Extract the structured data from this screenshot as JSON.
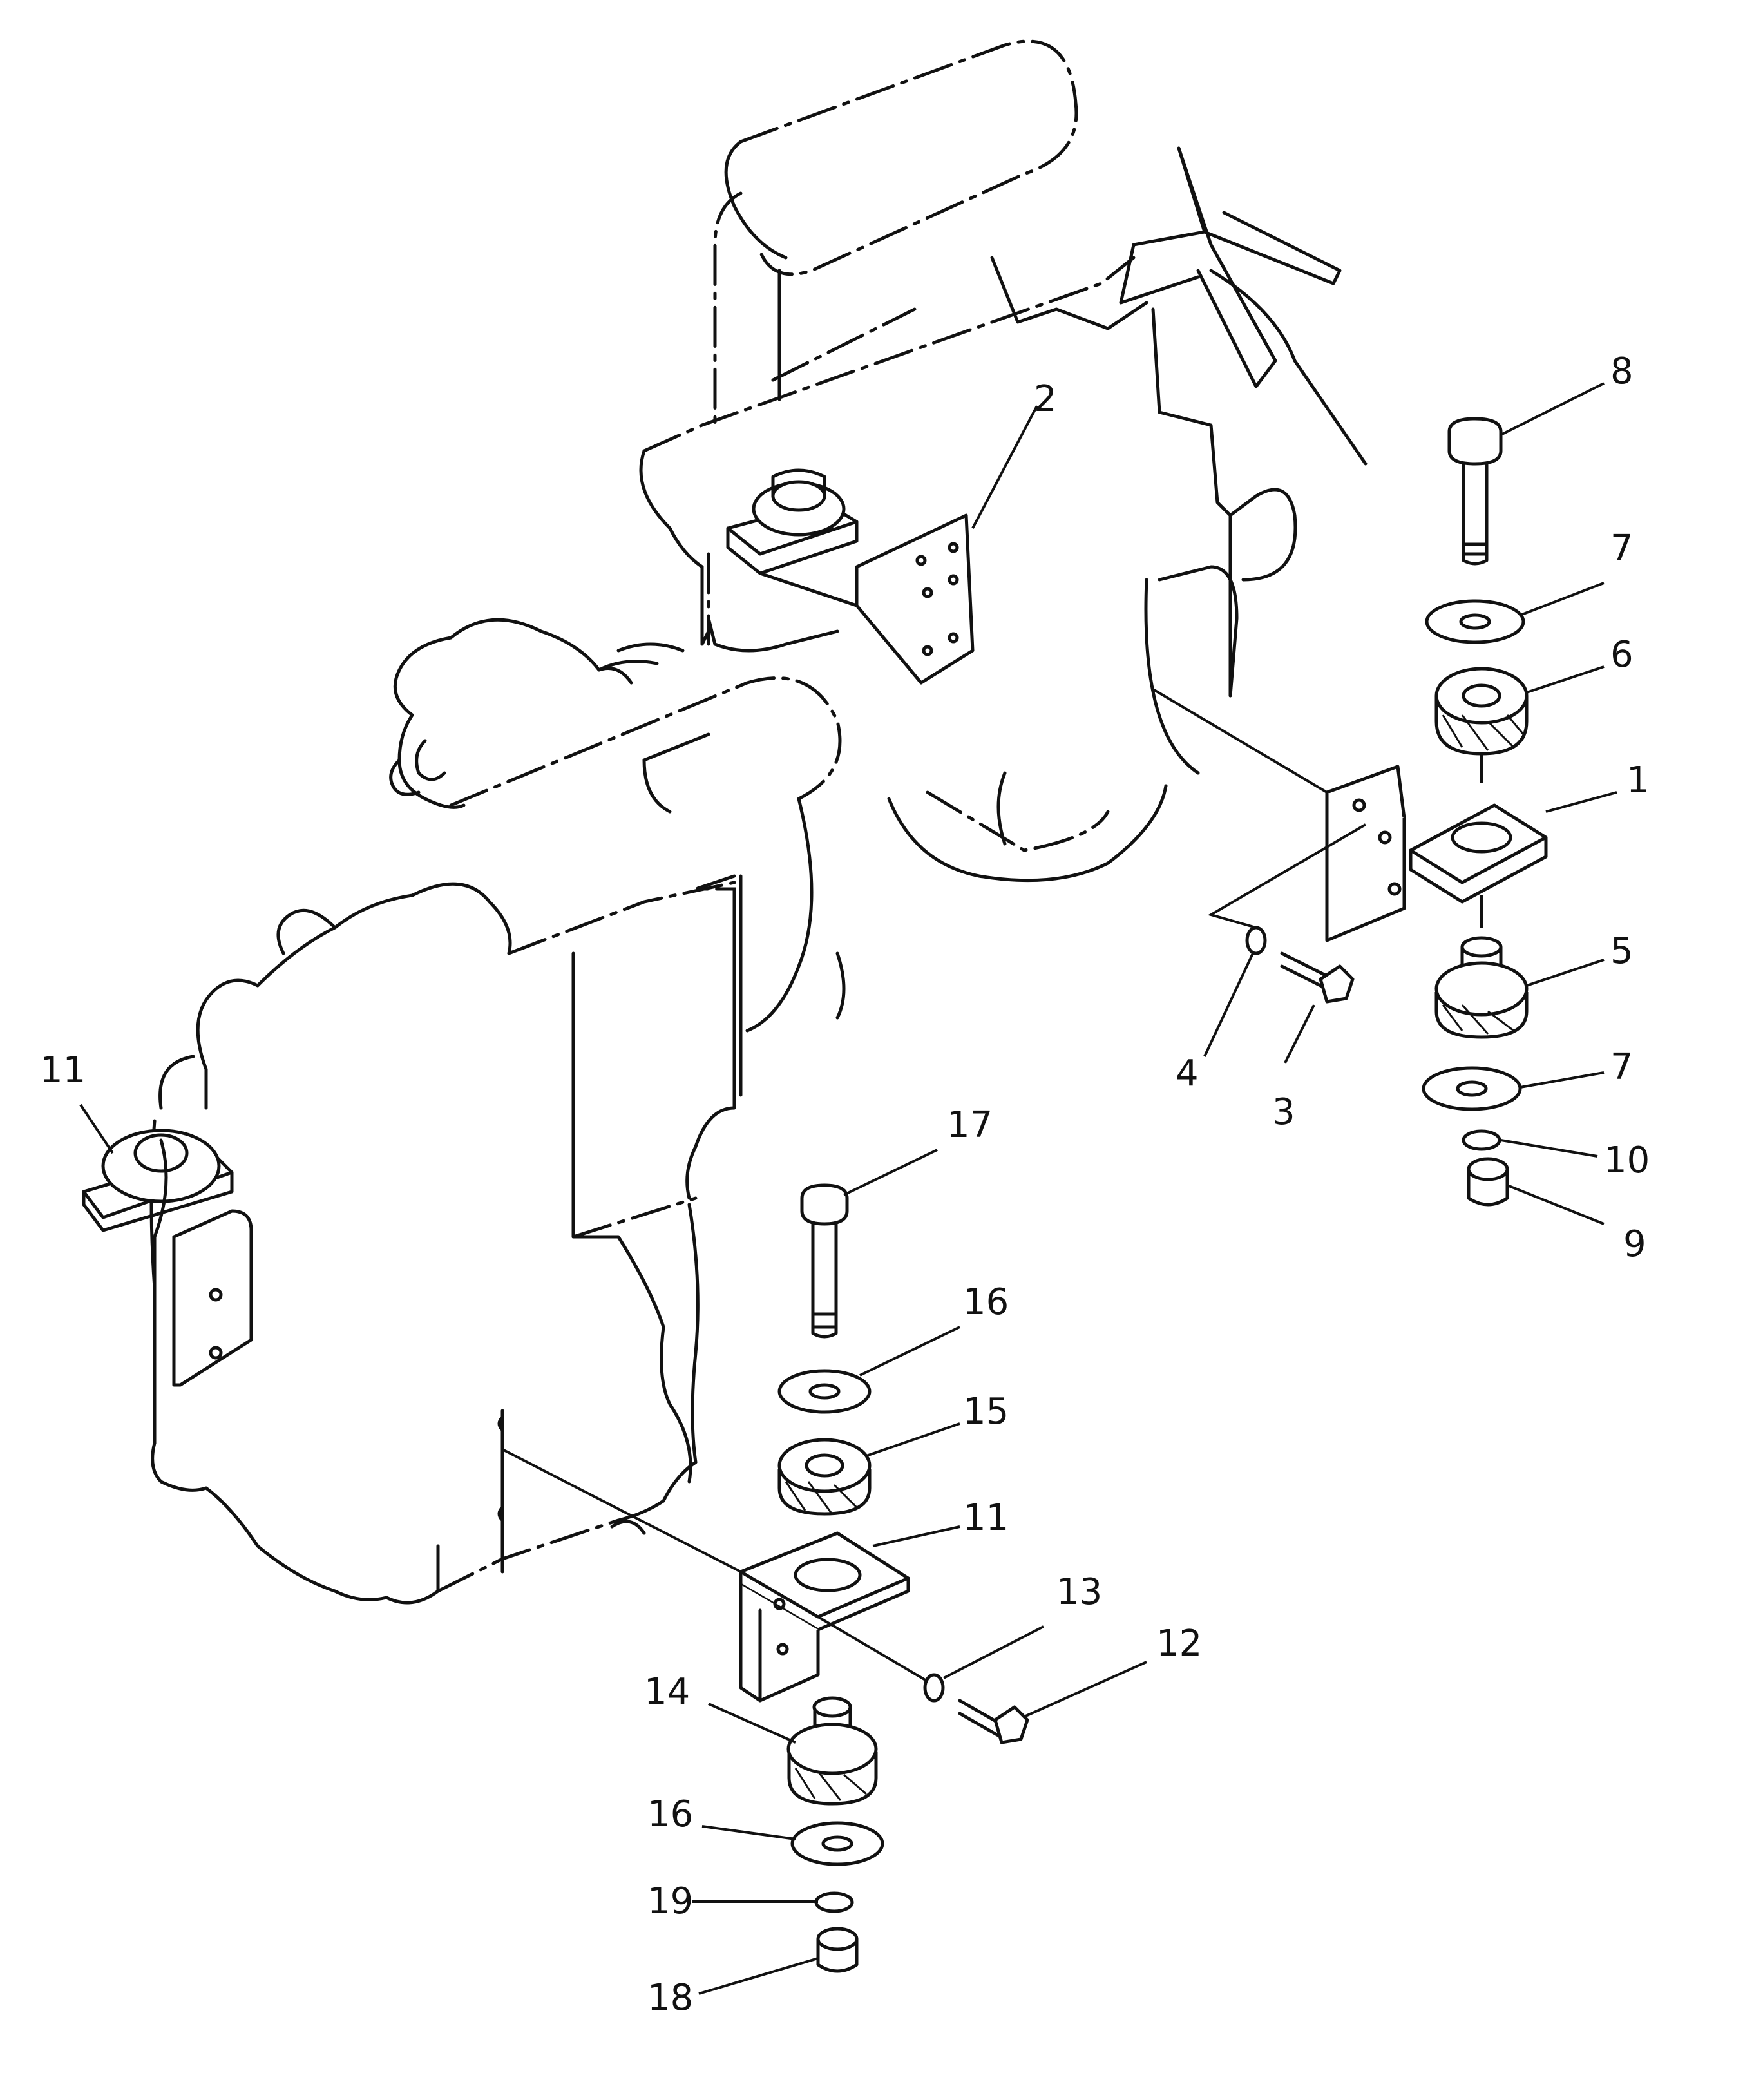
{
  "callouts": [
    {
      "id": "c1",
      "text": "1"
    },
    {
      "id": "c2",
      "text": "2"
    },
    {
      "id": "c3",
      "text": "3"
    },
    {
      "id": "c4",
      "text": "4"
    },
    {
      "id": "c5",
      "text": "5"
    },
    {
      "id": "c6",
      "text": "6"
    },
    {
      "id": "c7a",
      "text": "7"
    },
    {
      "id": "c7b",
      "text": "7"
    },
    {
      "id": "c8",
      "text": "8"
    },
    {
      "id": "c9",
      "text": "9"
    },
    {
      "id": "c10",
      "text": "10"
    },
    {
      "id": "c11a",
      "text": "11"
    },
    {
      "id": "c11b",
      "text": "11"
    },
    {
      "id": "c12",
      "text": "12"
    },
    {
      "id": "c13",
      "text": "13"
    },
    {
      "id": "c14",
      "text": "14"
    },
    {
      "id": "c15",
      "text": "15"
    },
    {
      "id": "c16a",
      "text": "16"
    },
    {
      "id": "c16b",
      "text": "16"
    },
    {
      "id": "c17",
      "text": "17"
    },
    {
      "id": "c18",
      "text": "18"
    },
    {
      "id": "c19",
      "text": "19"
    }
  ]
}
